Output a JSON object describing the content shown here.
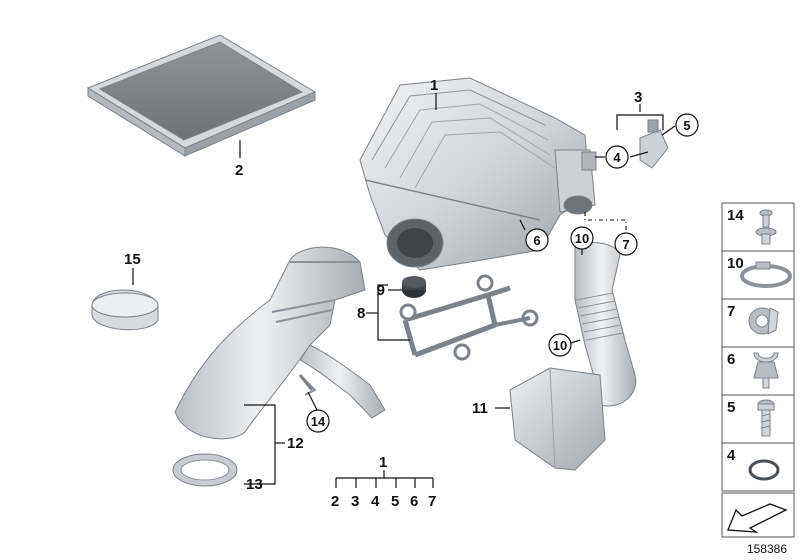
{
  "callouts": {
    "c1": "1",
    "c2": "2",
    "c3": "3",
    "c4": "4",
    "c5": "5",
    "c6": "6",
    "c7": "7",
    "c8": "8",
    "c9": "9",
    "c10a": "10",
    "c10b": "10",
    "c11": "11",
    "c12": "12",
    "c13": "13",
    "c14": "14",
    "c15": "15"
  },
  "group_legend": {
    "parent": "1",
    "children": [
      "2",
      "3",
      "4",
      "5",
      "6",
      "7"
    ]
  },
  "side_panel": [
    {
      "num": "14",
      "icon": "expanding-rivet-icon"
    },
    {
      "num": "10",
      "icon": "hose-clamp-icon"
    },
    {
      "num": "7",
      "icon": "grommet-clip-icon"
    },
    {
      "num": "6",
      "icon": "holder-clip-icon"
    },
    {
      "num": "5",
      "icon": "screw-icon"
    },
    {
      "num": "4",
      "icon": "o-ring-icon"
    }
  ],
  "doc_number": "158386",
  "colors": {
    "part_light": "#e8eaec",
    "part_mid": "#c4c8cc",
    "part_dark": "#8d9299",
    "line": "#111111"
  }
}
